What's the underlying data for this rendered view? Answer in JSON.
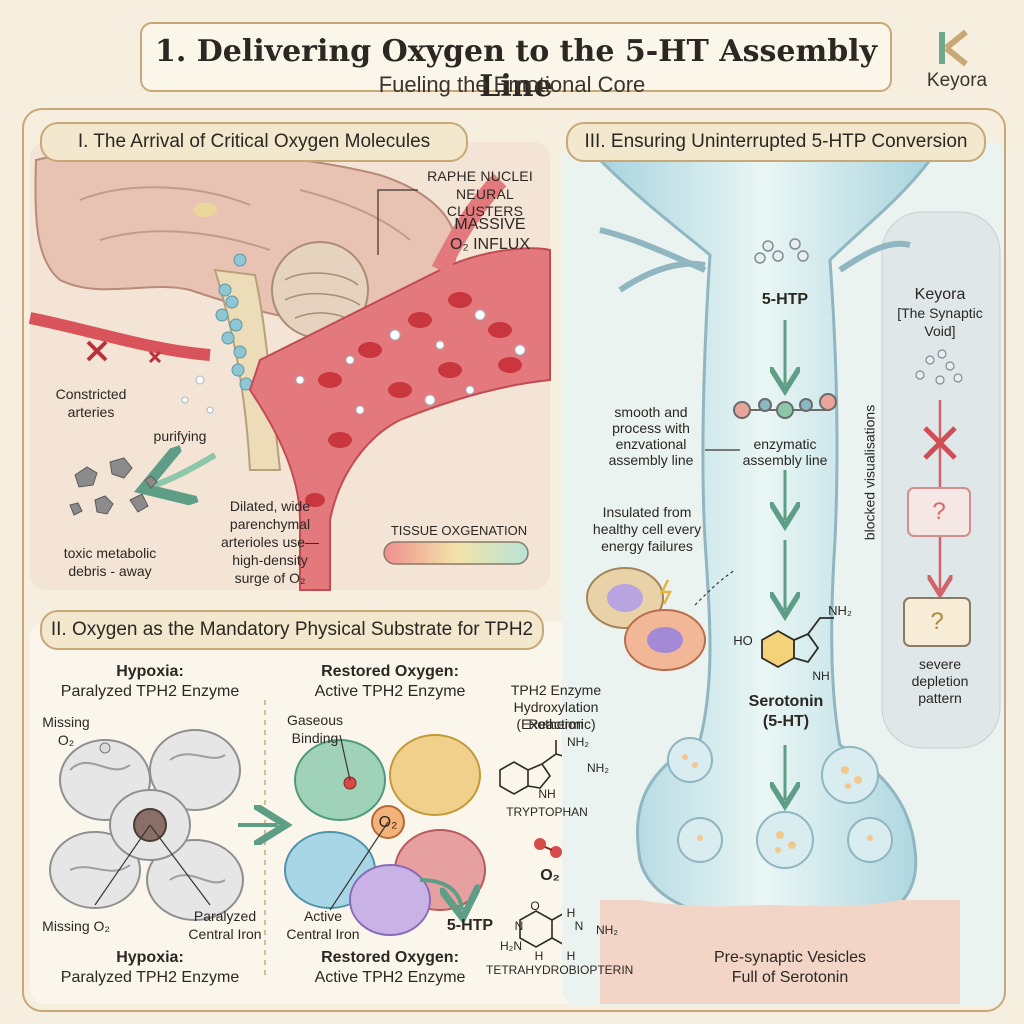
{
  "header": {
    "title": "1. Delivering Oxygen to the 5-HT Assembly Line",
    "subtitle": "Fueling the Emotional Core",
    "brand": "Keyora",
    "logo_letter": "K"
  },
  "colors": {
    "background": "#f6efe0",
    "frame": "#c9a878",
    "vessel_red": "#d9545a",
    "neuron_blue": "#b9dde6",
    "accent_green": "#5e9e86"
  },
  "panel1": {
    "heading": "I. The Arrival of Critical Oxygen Molecules",
    "raphe_label_1": "RAPHE NUCLEI",
    "raphe_label_2": "NEURAL CLUSTERS",
    "influx_1": "MASSIVE",
    "influx_2": "O₂ INFLUX",
    "constricted_1": "Constricted",
    "constricted_2": "arteries",
    "purifying": "purifying",
    "debris_1": "toxic metabolic",
    "debris_2": "debris - away",
    "dilated_1": "Dilated, wide",
    "dilated_2": "parenchymal",
    "dilated_3": "arterioles use—",
    "dilated_4": "high-density",
    "dilated_5": "surge of O₂",
    "gauge_label": "TISSUE OXGENATION"
  },
  "panel2": {
    "heading": "II. Oxygen as the Mandatory Physical Substrate for TPH2",
    "hypoxia_top_1": "Hypoxia:",
    "hypoxia_top_2": "Paralyzed TPH2 Enzyme",
    "restored_top_1": "Restored Oxygen:",
    "restored_top_2": "Active TPH2 Enzyme",
    "missing_o2_1": "Missing",
    "missing_o2_2": "O₂",
    "missing_o2_bottom": "Missing O₂",
    "paralyzed_iron_1": "Paralyzed",
    "paralyzed_iron_2": "Central Iron",
    "gaseous_1": "Gaseous",
    "gaseous_2": "Binding",
    "o2_center": "O₂",
    "active_iron_1": "Active",
    "active_iron_2": "Central Iron",
    "product_5htp": "5-HTP",
    "hypoxia_bottom_1": "Hypoxia:",
    "hypoxia_bottom_2": "Paralyzed TPH2 Enzyme",
    "restored_bottom_1": "Restored Oxygen:",
    "restored_bottom_2": "Active TPH2 Enzyme",
    "reaction_1": "TPH2 Enzyme",
    "reaction_2": "Hydroxylation Reaction",
    "reaction_3": "(Exothermic)",
    "nh2_a": "NH₂",
    "nh2_b": "NH₂",
    "nh": "NH",
    "tryptophan": "TRYPTOPHAN",
    "o2_reagent": "O₂",
    "bh4_o": "O",
    "bh4_n1": "N",
    "bh4_n2": "N",
    "bh4_nh2": "NH₂",
    "bh4_h2n": "H₂N",
    "bh4_h1": "H",
    "bh4_h2": "H",
    "bh4_h3": "H",
    "tetrahydrobiopterin": "TETRAHYDROBIOPTERIN"
  },
  "panel3": {
    "heading": "III. Ensuring Uninterrupted 5-HTP Conversion",
    "htp_label": "5-HTP",
    "smooth_1": "smooth and",
    "smooth_2": "process with",
    "smooth_3": "enzvational",
    "smooth_4": "assembly line",
    "enzymatic_1": "enzymatic",
    "enzymatic_2": "assembly line",
    "insulated_1": "Insulated from",
    "insulated_2": "healthy cell every",
    "insulated_3": "energy failures",
    "ho": "HO",
    "nh2": "NH₂",
    "nh": "NH",
    "serotonin_1": "Serotonin",
    "serotonin_2": "(5-HT)",
    "vesicles_1": "Pre-synaptic Vesicles",
    "vesicles_2": "Full of Serotonin",
    "blocked": "blocked visualisations",
    "void_1": "Keyora",
    "void_2": "[The Synaptic",
    "void_3": "Void]",
    "question_1": "?",
    "question_2": "?",
    "severe_1": "severe",
    "severe_2": "depletion",
    "severe_3": "pattern"
  }
}
